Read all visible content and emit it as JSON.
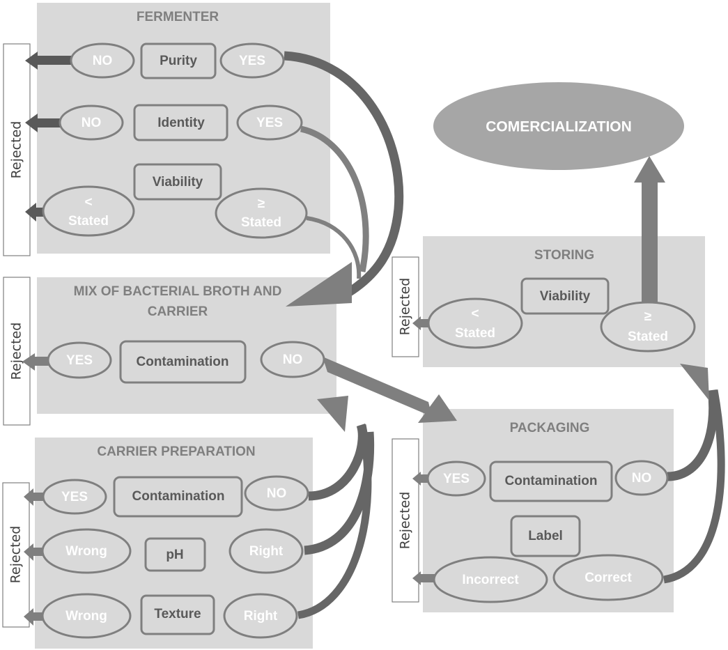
{
  "diagram": {
    "rejected_label": "Rejected",
    "colors": {
      "panel": "#d9d9d9",
      "outline": "#7f7f7f",
      "arrow_dark": "#595959",
      "arrow_mid": "#7f7f7f",
      "final_node": "#a6a6a6",
      "title_text": "#7f7f7f",
      "box_text": "#595959",
      "oval_text": "#ffffff"
    },
    "final": {
      "label": "COMERCIALIZATION"
    },
    "stages": {
      "fermenter": {
        "title": "FERMENTER",
        "checks": [
          {
            "name": "Purity",
            "fail": "NO",
            "pass": "YES"
          },
          {
            "name": "Identity",
            "fail": "NO",
            "pass": "YES"
          },
          {
            "name": "Viability",
            "fail_symbol": "<",
            "fail": "Stated",
            "pass_symbol": "≥",
            "pass": "Stated"
          }
        ]
      },
      "mix": {
        "title_line1": "MIX OF BACTERIAL BROTH AND",
        "title_line2": "CARRIER",
        "checks": [
          {
            "name": "Contamination",
            "fail": "YES",
            "pass": "NO"
          }
        ]
      },
      "carrier": {
        "title": "CARRIER PREPARATION",
        "checks": [
          {
            "name": "Contamination",
            "fail": "YES",
            "pass": "NO"
          },
          {
            "name": "pH",
            "fail": "Wrong",
            "pass": "Right"
          },
          {
            "name": "Texture",
            "fail": "Wrong",
            "pass": "Right"
          }
        ]
      },
      "storing": {
        "title": "STORING",
        "checks": [
          {
            "name": "Viability",
            "fail_symbol": "<",
            "fail": "Stated",
            "pass_symbol": "≥",
            "pass": "Stated"
          }
        ]
      },
      "packaging": {
        "title": "PACKAGING",
        "checks": [
          {
            "name": "Contamination",
            "fail": "YES",
            "pass": "NO"
          },
          {
            "name": "Label",
            "fail": "Incorrect",
            "pass": "Correct"
          }
        ]
      }
    }
  }
}
